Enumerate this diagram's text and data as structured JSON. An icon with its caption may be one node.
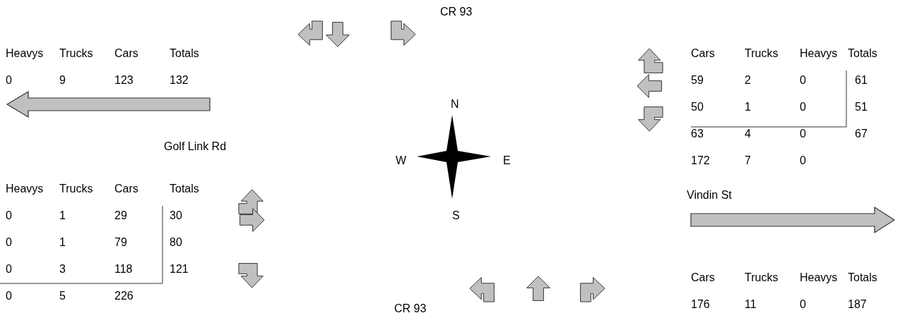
{
  "diagram": {
    "labels": [
      "CR 93",
      "Heavys",
      "Trucks",
      "Cars",
      "Totals",
      "0",
      "9",
      "123",
      "132",
      "Cars",
      "Trucks",
      "Heavys",
      "Totals",
      "59",
      "2",
      "0",
      "61",
      "50",
      "1",
      "0",
      "51",
      "63",
      "4",
      "0",
      "67",
      "172",
      "7",
      "0",
      "N",
      "Golf Link Rd",
      "W",
      "E",
      "Heavys",
      "Trucks",
      "Cars",
      "Totals",
      "0",
      "1",
      "29",
      "30",
      "0",
      "1",
      "79",
      "80",
      "0",
      "3",
      "118",
      "121",
      "0",
      "5",
      "226",
      "Vindin St",
      "S",
      "Cars",
      "Trucks",
      "Heavys",
      "Totals",
      "176",
      "11",
      "0",
      "187",
      "CR 93"
    ]
  }
}
